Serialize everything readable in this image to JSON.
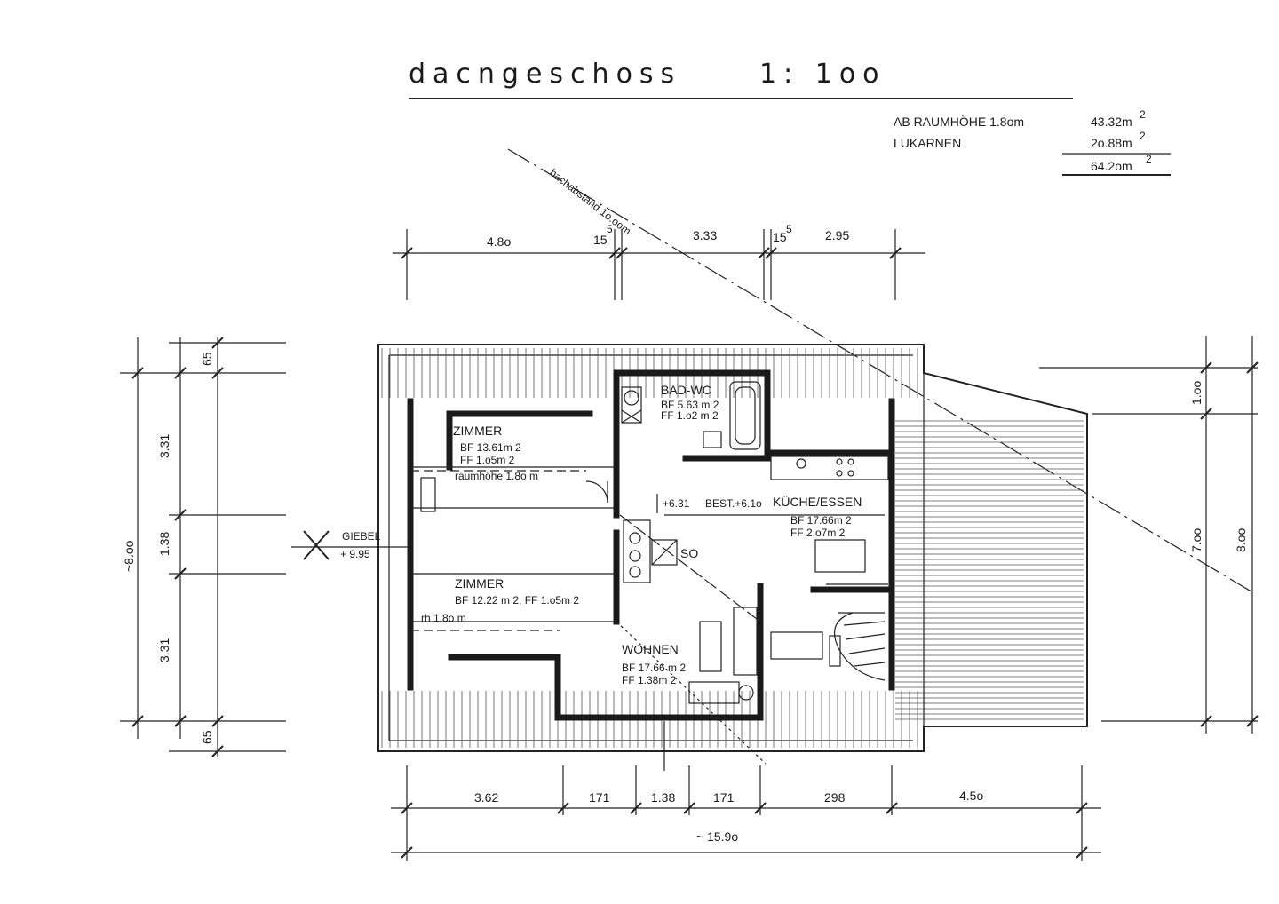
{
  "title": {
    "text": "dacngeschoss",
    "scale": "1: 1oo"
  },
  "area_table": {
    "rows": [
      {
        "label": "AB RAUMHÖHE 1.8om",
        "value": "43.32m"
      },
      {
        "label": "LUKARNEN",
        "value": "2o.88m"
      }
    ],
    "total": "64.2om",
    "superscript": "2"
  },
  "annotations": {
    "bachabstand": "bachabstand 1o.oom",
    "giebel_label": "GIEBEL",
    "giebel_value": "+ 9.95",
    "level_1": "+6.31",
    "level_2": "BEST.+6.1o",
    "so": "SO"
  },
  "rooms": [
    {
      "name": "ZIMMER",
      "lines": [
        "BF  13.61m 2",
        "FF    1.o5m 2",
        "raumhöhe 1.8o m"
      ]
    },
    {
      "name": "BAD-WC",
      "lines": [
        "BF  5.63 m 2",
        "FF   1.o2 m 2"
      ]
    },
    {
      "name": "KÜCHE/ESSEN",
      "lines": [
        "BF  17.66m 2",
        "FF    2.o7m 2"
      ]
    },
    {
      "name": "ZIMMER",
      "lines": [
        "BF 12.22 m 2,  FF   1.o5m 2",
        "rh 1.8o m"
      ]
    },
    {
      "name": "WOHNEN",
      "lines": [
        "BF  17.66 m 2",
        "FF    1.38m 2"
      ]
    }
  ],
  "dimensions": {
    "top": [
      "4.8o",
      "15",
      "5",
      "3.33",
      "15",
      "5",
      "2.95"
    ],
    "left": [
      "65",
      "3.31",
      "1.38",
      "3.31",
      "65",
      "~8.oo"
    ],
    "right": [
      "1.oo",
      "7.oo",
      "8.oo"
    ],
    "bottom": [
      "3.62",
      "171",
      "1.38",
      "171",
      "298",
      "4.5o"
    ],
    "bottom_total": "~ 15.9o"
  }
}
